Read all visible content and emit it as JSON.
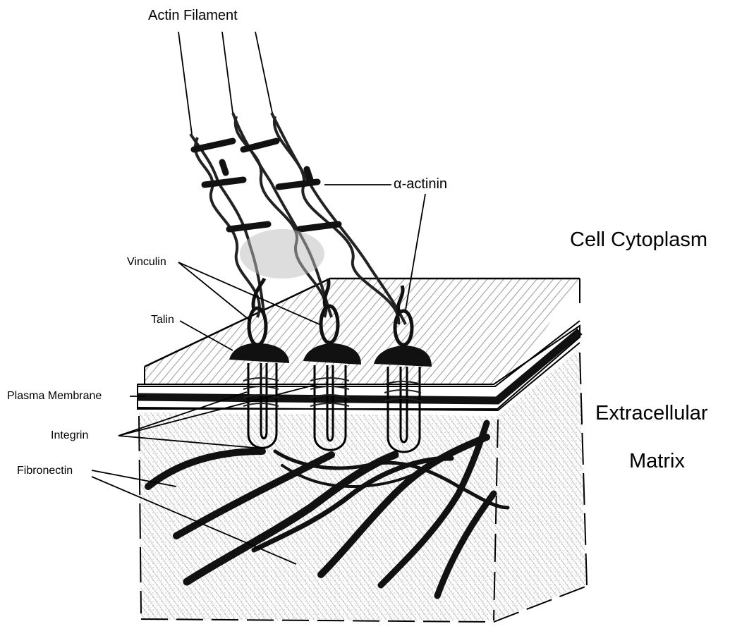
{
  "labels": {
    "actin_filament": "Actin Filament",
    "alpha_actinin": "α-actinin",
    "cell_cytoplasm": "Cell Cytoplasm",
    "vinculin": "Vinculin",
    "talin": "Talin",
    "plasma_membrane": "Plasma Membrane",
    "integrin": "Integrin",
    "fibronectin": "Fibronectin",
    "extracellular": "Extracellular",
    "matrix": "Matrix"
  }
}
